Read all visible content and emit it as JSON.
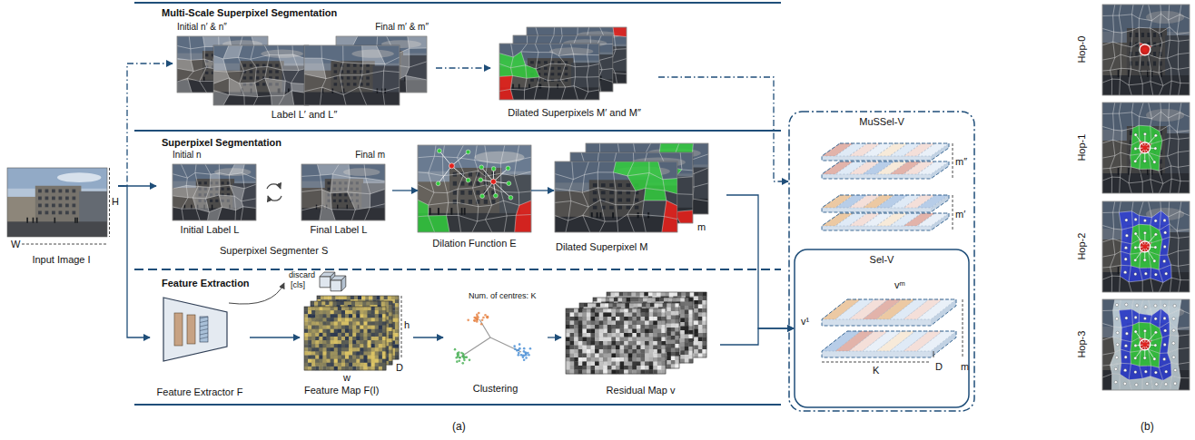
{
  "diagram": {
    "nodes": [
      {
        "text": [
          "Multi-Scale Superpixel Segmentation"
        ]
      },
      {
        "text": [
          "Superpixel Segmentation"
        ]
      },
      {
        "text": [
          "Feature Extraction"
        ]
      },
      {
        "text": [
          "Input Image I"
        ]
      },
      {
        "text": [
          "Initial n′ & n″",
          "Final m′ & m″",
          "Label L′ and L″"
        ],
        "in": 0
      },
      {
        "text": [
          "Dilated Superpixels M′ and M″"
        ],
        "in": 0
      },
      {
        "text": [
          "Initial n",
          "Initial Label L"
        ],
        "in": 1
      },
      {
        "text": [
          "Final m",
          "Final Label L"
        ],
        "in": 1
      },
      {
        "text": [
          "Dilation Function E"
        ],
        "in": 1
      },
      {
        "text": [
          "Dilated Superpixel M"
        ],
        "in": 1
      },
      {
        "text": [
          "Feature Extractor F"
        ],
        "in": 2
      },
      {
        "text": [
          "Feature Map F(I)"
        ],
        "in": 2
      },
      {
        "text": [
          "Num. of centres: K",
          "Clustering"
        ],
        "in": 2
      },
      {
        "text": [
          "Residual Map v"
        ],
        "in": 2
      },
      {
        "text": [
          "MuSSel-V"
        ]
      },
      {
        "text": [
          "Sel-V"
        ],
        "in": 14
      },
      {
        "text": [
          "Hop-0"
        ]
      },
      {
        "text": [
          "Hop-1"
        ]
      },
      {
        "text": [
          "Hop-2"
        ]
      },
      {
        "text": [
          "Hop-3"
        ]
      }
    ],
    "edges": [
      {
        "from": 3,
        "to": 4,
        "arrow": "to"
      },
      {
        "from": 3,
        "to": 6,
        "arrow": "to"
      },
      {
        "from": 3,
        "to": 10,
        "arrow": "to"
      },
      {
        "from": 4,
        "to": 5,
        "arrow": "to"
      },
      {
        "from": 7,
        "to": 8,
        "arrow": "to"
      },
      {
        "from": 8,
        "to": 9,
        "arrow": "to"
      },
      {
        "from": 10,
        "to": 11,
        "arrow": "to"
      },
      {
        "from": 11,
        "to": 12,
        "arrow": "to"
      },
      {
        "from": 12,
        "to": 13,
        "arrow": "to"
      },
      {
        "from": 5,
        "to": 14,
        "arrow": "to"
      },
      {
        "from": 9,
        "to": 15,
        "arrow": "to"
      },
      {
        "from": 13,
        "to": 15,
        "arrow": "to"
      }
    ],
    "labels": [
      "H",
      "W",
      "Superpixel Segmenter S",
      "m",
      "discard",
      "[cls]",
      "h",
      "w",
      "D",
      "m″",
      "m′",
      "vᵐ",
      "v¹",
      "K",
      "D",
      "m",
      "(a)",
      "(b)"
    ]
  }
}
